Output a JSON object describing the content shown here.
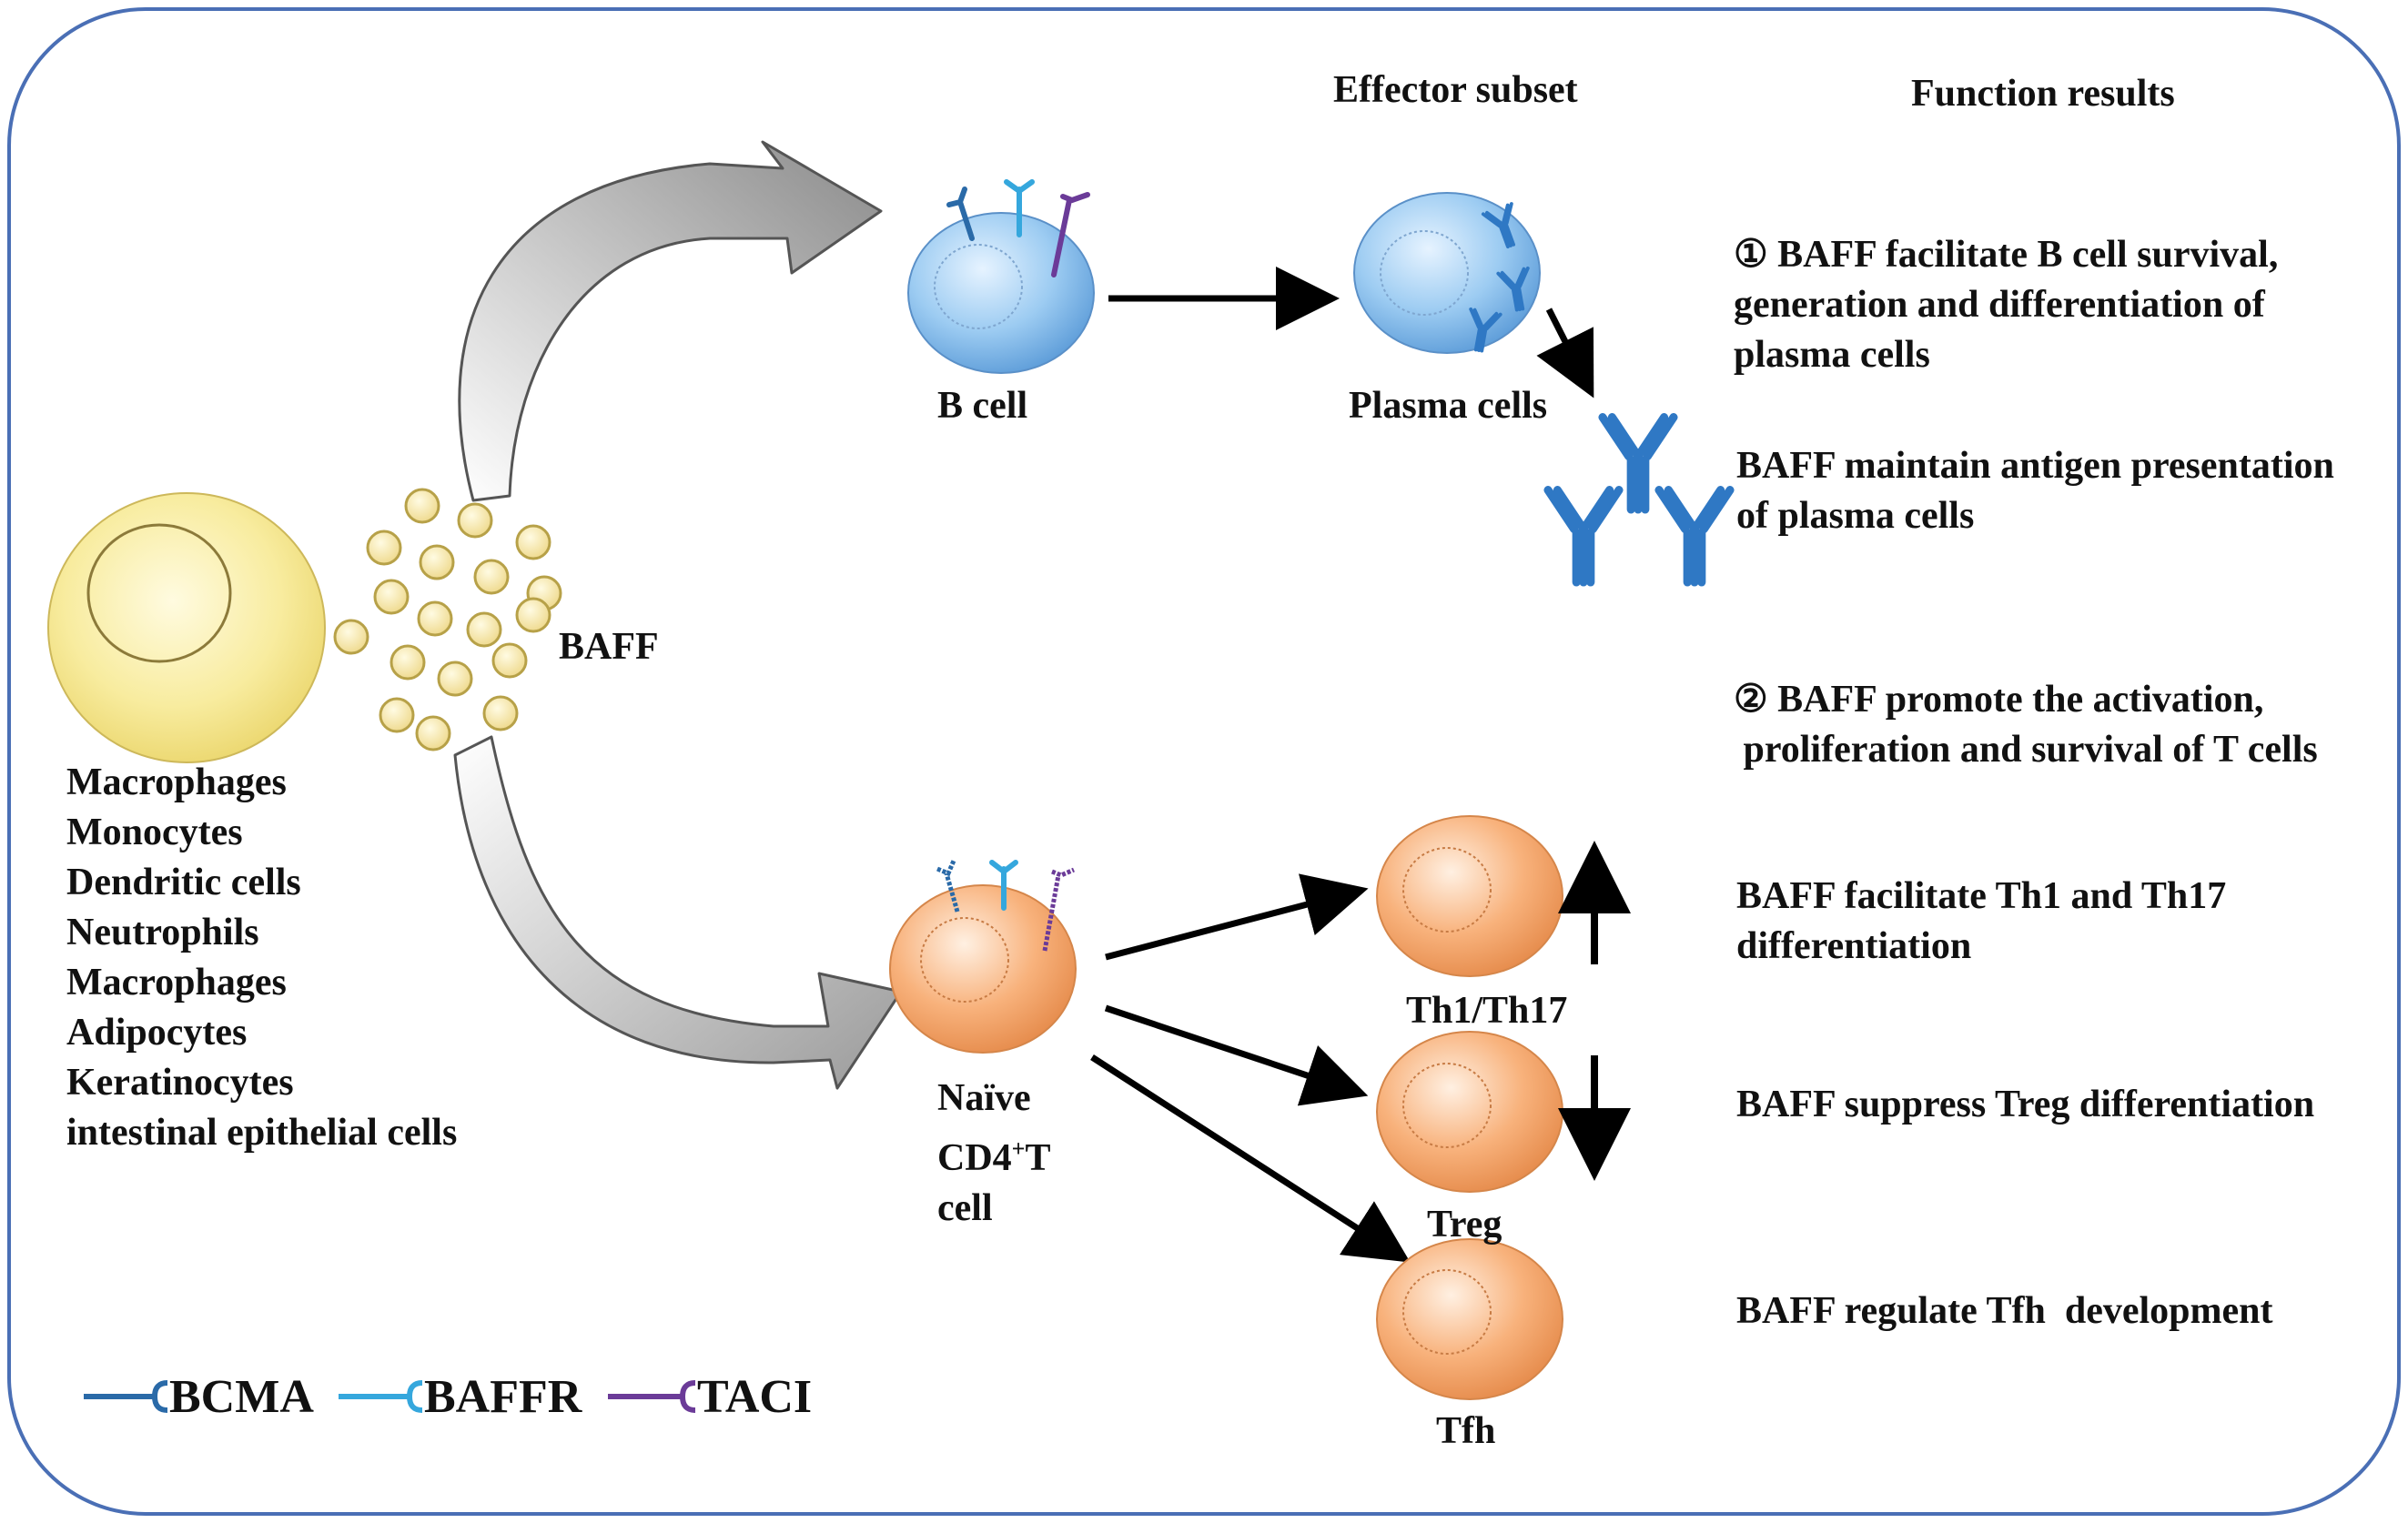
{
  "headers": {
    "effector_subset": "Effector subset",
    "function_results": "Function results"
  },
  "source": {
    "baff_label": "BAFF",
    "cell_types": [
      "Macrophages",
      "Monocytes",
      "Dendritic cells",
      "Neutrophils",
      "Macrophages",
      "Adipocytes",
      "Keratinocytes",
      "intestinal epithelial cells"
    ]
  },
  "cells": {
    "b_cell": "B cell",
    "plasma_cells": "Plasma cells",
    "naive_t_line1": "Naïve",
    "naive_t_line2_pre": "CD4",
    "naive_t_line2_sup": "+",
    "naive_t_line2_post": "T",
    "naive_t_line3": "cell",
    "th1_th17": "Th1/Th17",
    "treg": "Treg",
    "tfh": "Tfh"
  },
  "functions": {
    "f1": [
      "① BAFF facilitate B cell survival,",
      "generation and differentiation of",
      "plasma cells"
    ],
    "f2": [
      "BAFF maintain antigen presentation",
      "of plasma cells"
    ],
    "f3": [
      "② BAFF promote the activation,",
      " proliferation and survival of T cells"
    ],
    "f4": [
      "BAFF facilitate Th1 and Th17",
      "differentiation"
    ],
    "f5": "BAFF suppress Treg differentiation",
    "f6": "BAFF regulate Tfh  development"
  },
  "legend": {
    "bcma": "BCMA",
    "baffr": "BAFFR",
    "taci": "TACI"
  },
  "colors": {
    "frame": "#4a6fb5",
    "bcma": "#2a6aa8",
    "baffr": "#35a7dd",
    "taci": "#6b3b98",
    "b_cell": "#8ec0ea",
    "t_cell": "#f4a46a",
    "source_cell": "#f7e69a",
    "antibody": "#2f78c4"
  }
}
